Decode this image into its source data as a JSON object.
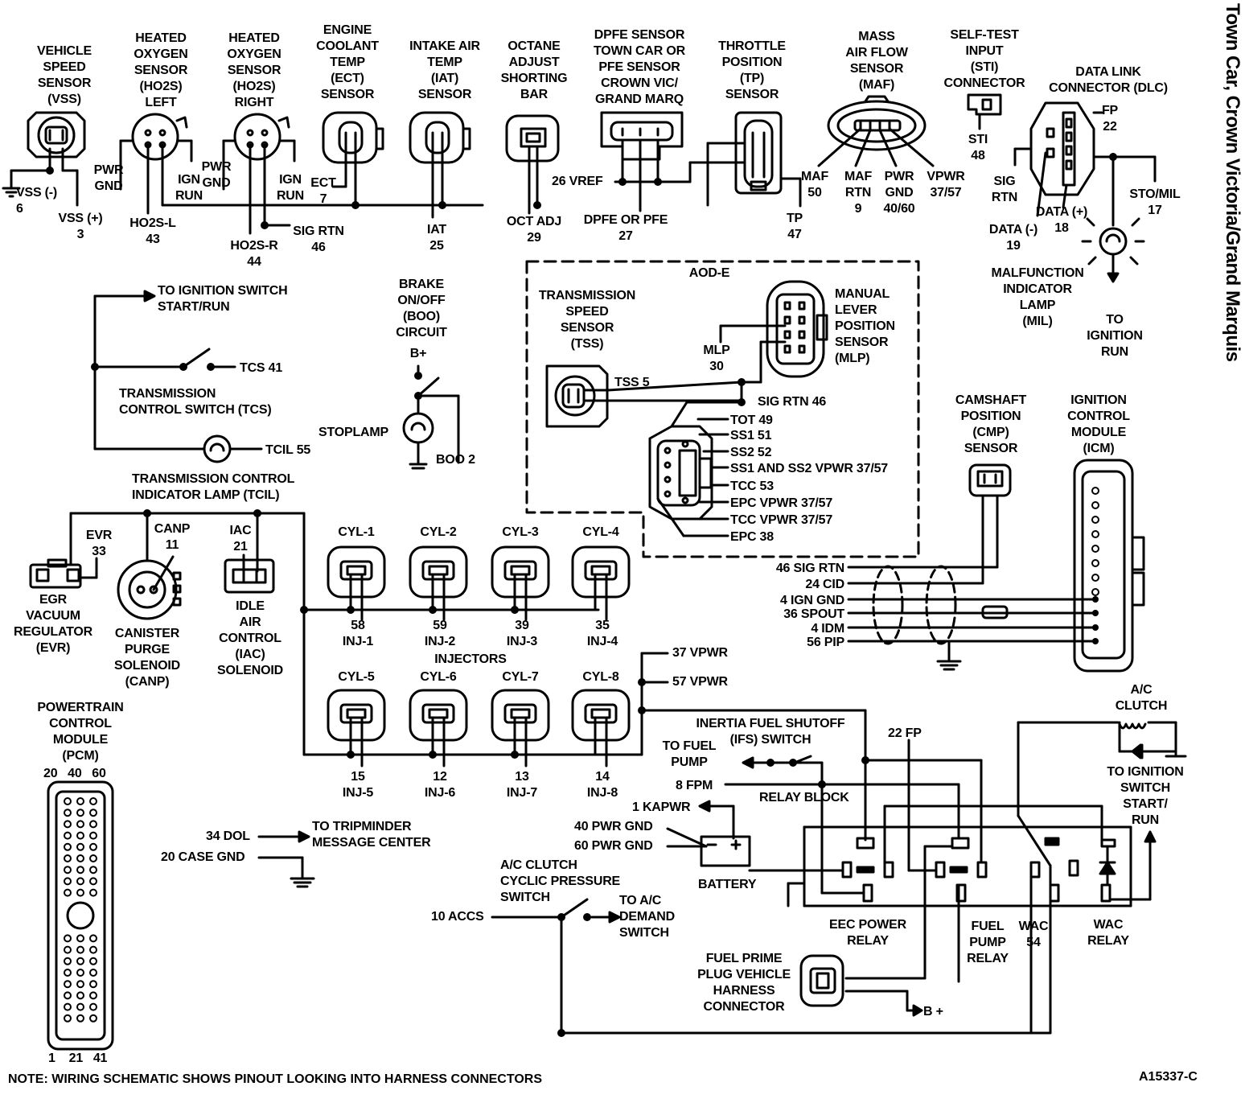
{
  "side_title": "Town Car, Crown Victoria/Grand Marquis",
  "note": "NOTE: WIRING SCHEMATIC SHOWS PINOUT LOOKING INTO HARNESS CONNECTORS",
  "figure_code": "A15337-C",
  "labels": {
    "vss": "VEHICLE\nSPEED\nSENSOR\n(VSS)",
    "ho2s_left": "HEATED\nOXYGEN\nSENSOR\n(HO2S)\nLEFT",
    "ho2s_right": "HEATED\nOXYGEN\nSENSOR\n(HO2S)\nRIGHT",
    "ect": "ENGINE\nCOOLANT\nTEMP\n(ECT)\nSENSOR",
    "iat": "INTAKE AIR\nTEMP\n(IAT)\nSENSOR",
    "octane": "OCTANE\nADJUST\nSHORTING\nBAR",
    "dpfe": "DPFE SENSOR\nTOWN CAR OR\nPFE SENSOR\nCROWN VIC/\nGRAND MARQ",
    "tp": "THROTTLE\nPOSITION\n(TP)\nSENSOR",
    "maf": "MASS\nAIR FLOW\nSENSOR\n(MAF)",
    "sti": "SELF-TEST\nINPUT\n(STI)\nCONNECTOR",
    "dlc": "DATA LINK\nCONNECTOR (DLC)",
    "vss_minus": "VSS (-)\n6",
    "vss_plus": "VSS (+)\n3",
    "pwr_gnd_1": "PWR\nGND",
    "ign_run_1": "IGN\nRUN",
    "ho2s_l": "HO2S-L\n43",
    "pwr_gnd_2": "PWR\nGND",
    "ign_run_2": "IGN\nRUN",
    "ho2s_r": "HO2S-R\n44",
    "sig_rtn_46": "SIG RTN\n46",
    "ect_7": "ECT\n7",
    "iat_25": "IAT\n25",
    "oct_adj": "OCT ADJ\n29",
    "vref_26": "26 VREF",
    "dpfe_27": "DPFE OR PFE\n27",
    "tp_47": "TP\n47",
    "maf_50": "MAF\n50",
    "maf_rtn": "MAF\nRTN\n9",
    "pwr_gnd_4060": "PWR\nGND\n40/60",
    "vpwr_3757": "VPWR\n37/57",
    "sti_48": "STI\n48",
    "fp_22": "FP\n22",
    "sig_rtn_dlc": "SIG\nRTN",
    "data_minus": "DATA (-)\n19",
    "data_plus": "DATA (+)\n18",
    "sto_mil": "STO/MIL\n17",
    "mil": "MALFUNCTION\nINDICATOR\nLAMP\n(MIL)",
    "to_ign_run": "TO\nIGNITION\nRUN",
    "to_ign_start_run": "TO IGNITION SWITCH\nSTART/RUN",
    "tcs_41": "TCS 41",
    "tcs": "TRANSMISSION\nCONTROL SWITCH (TCS)",
    "tcil_55": "TCIL 55",
    "tcil": "TRANSMISSION CONTROL\nINDICATOR LAMP (TCIL)",
    "boo": "BRAKE\nON/OFF\n(BOO)\nCIRCUIT",
    "b_plus_1": "B+",
    "stoplamp": "STOPLAMP",
    "boo_2": "BOO 2",
    "aode": "AOD-E",
    "tss": "TRANSMISSION\nSPEED\nSENSOR\n(TSS)",
    "tss_5": "TSS 5",
    "mlp_30": "MLP\n30",
    "mlp": "MANUAL\nLEVER\nPOSITION\nSENSOR\n(MLP)",
    "sig_rtn_46b": "SIG RTN 46",
    "tot_49": "TOT 49",
    "ss1_51": "SS1 51",
    "ss2_52": "SS2 52",
    "ss_vpwr": "SS1 AND SS2 VPWR 37/57",
    "tcc_53": "TCC 53",
    "epc_vpwr": "EPC VPWR 37/57",
    "tcc_vpwr": "TCC VPWR 37/57",
    "epc_38": "EPC 38",
    "cmp": "CAMSHAFT\nPOSITION\n(CMP)\nSENSOR",
    "icm": "IGNITION\nCONTROL\nMODULE\n(ICM)",
    "sig_rtn_46c": "46 SIG RTN",
    "cid_24": "24 CID",
    "ign_gnd_4": "4 IGN GND",
    "spout_36": "36 SPOUT",
    "idm_4": "4 IDM",
    "pip_56": "56 PIP",
    "evr_33": "EVR\n33",
    "canp_11": "CANP\n11",
    "iac_21": "IAC\n21",
    "evr": "EGR\nVACUUM\nREGULATOR\n(EVR)",
    "canp": "CANISTER\nPURGE\nSOLENOID\n(CANP)",
    "iac": "IDLE\nAIR\nCONTROL\n(IAC)\nSOLENOID",
    "cyl1": "CYL-1",
    "cyl2": "CYL-2",
    "cyl3": "CYL-3",
    "cyl4": "CYL-4",
    "cyl5": "CYL-5",
    "cyl6": "CYL-6",
    "cyl7": "CYL-7",
    "cyl8": "CYL-8",
    "inj1": "58\nINJ-1",
    "inj2": "59\nINJ-2",
    "inj3": "39\nINJ-3",
    "inj4": "35\nINJ-4",
    "injectors": "INJECTORS",
    "inj5": "15\nINJ-5",
    "inj6": "12\nINJ-6",
    "inj7": "13\nINJ-7",
    "inj8": "14\nINJ-8",
    "vpwr_37": "37 VPWR",
    "vpwr_57": "57 VPWR",
    "pcm": "POWERTRAIN\nCONTROL\nMODULE\n(PCM)",
    "pcm_top": "20   40   60",
    "pcm_bottom": "1    21   41",
    "ac_clutch": "A/C\nCLUTCH",
    "ifs": "INERTIA FUEL SHUTOFF\n(IFS) SWITCH",
    "to_fuel_pump": "TO FUEL\nPUMP",
    "fp_22b": "22 FP",
    "fpm_8": "8 FPM",
    "kapwr_1": "1 KAPWR",
    "relay_block": "RELAY BLOCK",
    "to_ign_sw_sr": "TO IGNITION\nSWITCH\nSTART/\nRUN",
    "pwr_gnd_40": "40 PWR GND",
    "pwr_gnd_60": "60 PWR GND",
    "battery": "BATTERY",
    "dol_34": "34 DOL",
    "tripminder": "TO TRIPMINDER\nMESSAGE CENTER",
    "case_gnd": "20 CASE GND",
    "ac_cyclic": "A/C CLUTCH\nCYCLIC PRESSURE\nSWITCH",
    "to_ac_demand": "TO A/C\nDEMAND\nSWITCH",
    "accs_10": "10 ACCS",
    "eec_relay": "EEC POWER\nRELAY",
    "fuel_pump_relay": "FUEL\nPUMP\nRELAY",
    "wac_54": "WAC\n54",
    "wac_relay": "WAC\nRELAY",
    "fuel_prime": "FUEL PRIME\nPLUG VEHICLE\nHARNESS\nCONNECTOR",
    "b_plus_2": "B +"
  }
}
